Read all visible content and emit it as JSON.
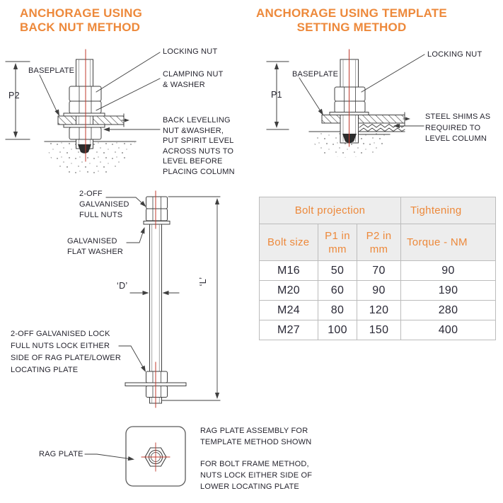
{
  "colors": {
    "accent_orange": "#ed893b",
    "ink": "#26252f",
    "line": "#3f3f3f",
    "centerline_red": "#c03a2d",
    "table_border": "#bcbcbc",
    "table_header_bg": "#ededed"
  },
  "headers": {
    "back_nut": "ANCHORAGE USING\nBACK NUT METHOD",
    "template": "ANCHORAGE USING TEMPLATE\nSETTING METHOD"
  },
  "back_nut_diagram": {
    "dim_label": "P2",
    "baseplate_label": "BASEPLATE",
    "locking_nut_label": "LOCKING NUT",
    "clamping_label": "CLAMPING NUT\n& WASHER",
    "back_levelling_label": "BACK LEVELLING\nNUT &WASHER,\nPUT SPIRIT LEVEL\nACROSS NUTS TO\nLEVEL BEFORE\nPLACING COLUMN"
  },
  "template_diagram": {
    "dim_label": "P1",
    "baseplate_label": "BASEPLATE",
    "locking_nut_label": "LOCKING NUT",
    "shims_label": "STEEL SHIMS AS\nREQUIRED TO\nLEVEL COLUMN"
  },
  "bolt_detail": {
    "full_nuts_label": "2-OFF\nGALVANISED\nFULL NUTS",
    "washer_label": "GALVANISED\nFLAT WASHER",
    "d_label": "‘D’",
    "l_label": "‘L’",
    "lock_nuts_label": "2-OFF GALVANISED LOCK\nFULL NUTS LOCK EITHER\nSIDE OF RAG PLATE/LOWER\nLOCATING PLATE"
  },
  "rag_plate": {
    "label": "RAG PLATE",
    "note1": "RAG PLATE ASSEMBLY FOR\nTEMPLATE METHOD SHOWN",
    "note2": "FOR BOLT FRAME METHOD,\nNUTS LOCK EITHER SIDE OF\nLOWER LOCATING PLATE"
  },
  "table": {
    "group_headers": [
      {
        "label": "Bolt projection",
        "colspan": 3
      },
      {
        "label": "Tightening",
        "colspan": 1
      }
    ],
    "columns": [
      "Bolt size",
      "P1 in\nmm",
      "P2 in\nmm",
      "Torque - NM"
    ],
    "rows": [
      {
        "bolt_size": "M16",
        "p1": "50",
        "p2": "70",
        "torque": "90"
      },
      {
        "bolt_size": "M20",
        "p1": "60",
        "p2": "90",
        "torque": "190"
      },
      {
        "bolt_size": "M24",
        "p1": "80",
        "p2": "120",
        "torque": "280"
      },
      {
        "bolt_size": "M27",
        "p1": "100",
        "p2": "150",
        "torque": "400"
      }
    ]
  }
}
